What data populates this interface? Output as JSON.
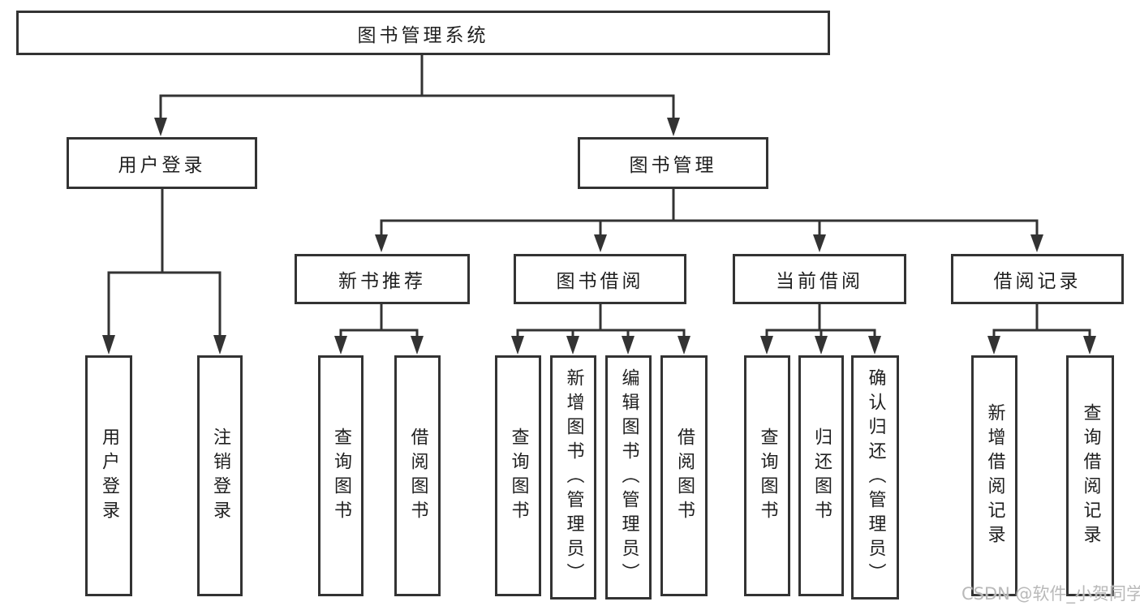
{
  "title": "图书管理系统",
  "tree": {
    "label": "图书管理系统",
    "children": [
      {
        "label": "用户登录",
        "children": [
          {
            "label": "用户登录"
          },
          {
            "label": "注销登录"
          }
        ]
      },
      {
        "label": "图书管理",
        "children": [
          {
            "label": "新书推荐",
            "children": [
              {
                "label": "查询图书"
              },
              {
                "label": "借阅图书"
              }
            ]
          },
          {
            "label": "图书借阅",
            "children": [
              {
                "label": "查询图书"
              },
              {
                "label": "新增图书（管理员）"
              },
              {
                "label": "编辑图书（管理员）"
              },
              {
                "label": "借阅图书"
              }
            ]
          },
          {
            "label": "当前借阅",
            "children": [
              {
                "label": "查询图书"
              },
              {
                "label": "归还图书"
              },
              {
                "label": "确认归还（管理员）"
              }
            ]
          },
          {
            "label": "借阅记录",
            "children": [
              {
                "label": "新增借阅记录"
              },
              {
                "label": "查询借阅记录"
              }
            ]
          }
        ]
      }
    ]
  },
  "watermark": "CSDN @软件_小贺同学",
  "colors": {
    "line": "#333333",
    "text": "#1f1f1f",
    "watermark": "#b9b9b9",
    "background": "#ffffff"
  }
}
